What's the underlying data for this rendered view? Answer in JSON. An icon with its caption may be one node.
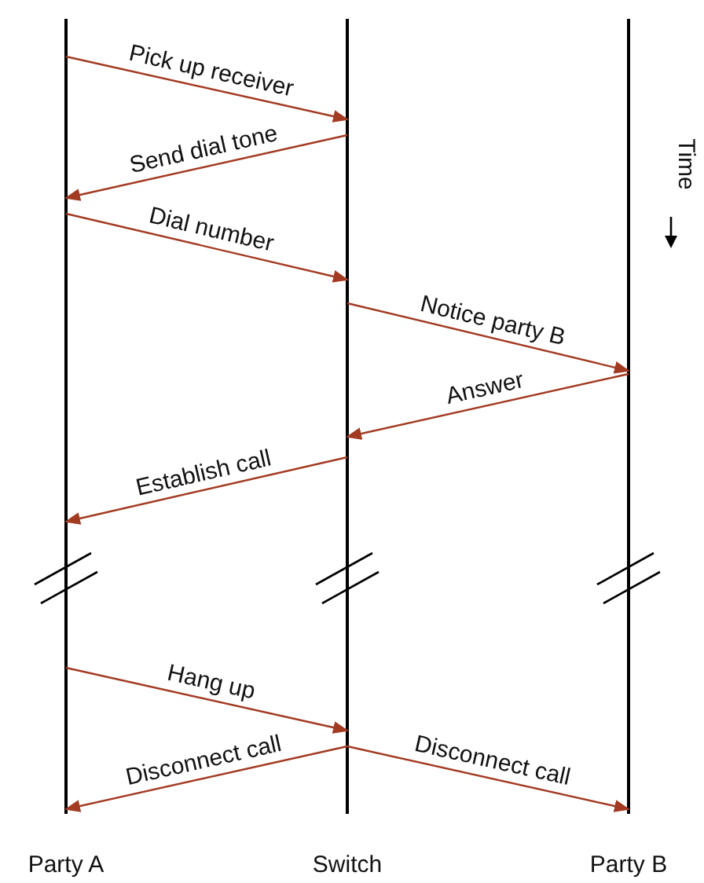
{
  "diagram": {
    "nodes": [
      {
        "text": [
          "Party A"
        ]
      },
      {
        "text": [
          "Switch"
        ]
      },
      {
        "text": [
          "Party B"
        ]
      }
    ],
    "edges": [
      {
        "from": 0,
        "to": 1,
        "arrow": "to",
        "label": "Pick up receiver"
      },
      {
        "from": 1,
        "to": 0,
        "arrow": "to",
        "label": "Send dial tone"
      },
      {
        "from": 0,
        "to": 1,
        "arrow": "to",
        "label": "Dial number"
      },
      {
        "from": 1,
        "to": 2,
        "arrow": "to",
        "label": "Notice party B"
      },
      {
        "from": 2,
        "to": 1,
        "arrow": "to",
        "label": "Answer"
      },
      {
        "from": 1,
        "to": 0,
        "arrow": "to",
        "label": "Establish call"
      },
      {
        "from": 0,
        "to": 1,
        "arrow": "to",
        "label": "Hang up"
      },
      {
        "from": 1,
        "to": 0,
        "arrow": "to",
        "label": "Disconnect call"
      },
      {
        "from": 1,
        "to": 2,
        "arrow": "to",
        "label": "Disconnect call"
      }
    ],
    "labels": [
      "Time"
    ]
  }
}
